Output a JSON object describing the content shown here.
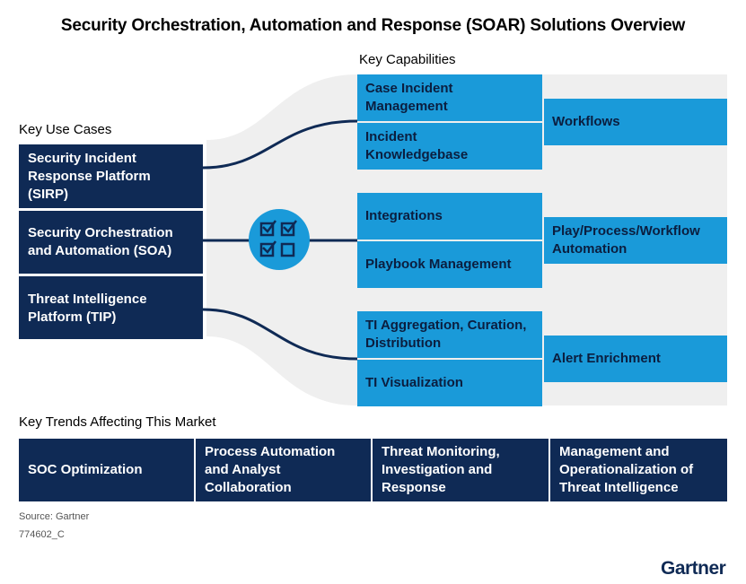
{
  "title": "Security Orchestration, Automation and Response (SOAR) Solutions Overview",
  "capabilities_label": "Key Capabilities",
  "use_cases_label": "Key Use Cases",
  "use_cases": [
    "Security Incident Response Platform (SIRP)",
    "Security Orchestration and Automation (SOA)",
    "Threat Intelligence Platform (TIP)"
  ],
  "capabilities": [
    "Case Incident Management",
    "Incident Knowledgebase",
    "Integrations",
    "Playbook Management",
    "TI Aggregation, Curation, Distribution",
    "TI Visualization"
  ],
  "outcomes": [
    "Workflows",
    "Play/Process/Workflow Automation",
    "Alert Enrichment"
  ],
  "trends_label": "Key Trends Affecting This Market",
  "trends": [
    "SOC Optimization",
    "Process Automation and Analyst Collaboration",
    "Threat Monitoring, Investigation and Response",
    "Management and Operationalization of Threat Intelligence"
  ],
  "source": "Source: Gartner",
  "doc_id": "774602_C",
  "logo": "Gartner",
  "icon": "checklist-icon",
  "colors": {
    "navy": "#0f2a55",
    "blue": "#1a9ad9",
    "band": "#efefef"
  }
}
